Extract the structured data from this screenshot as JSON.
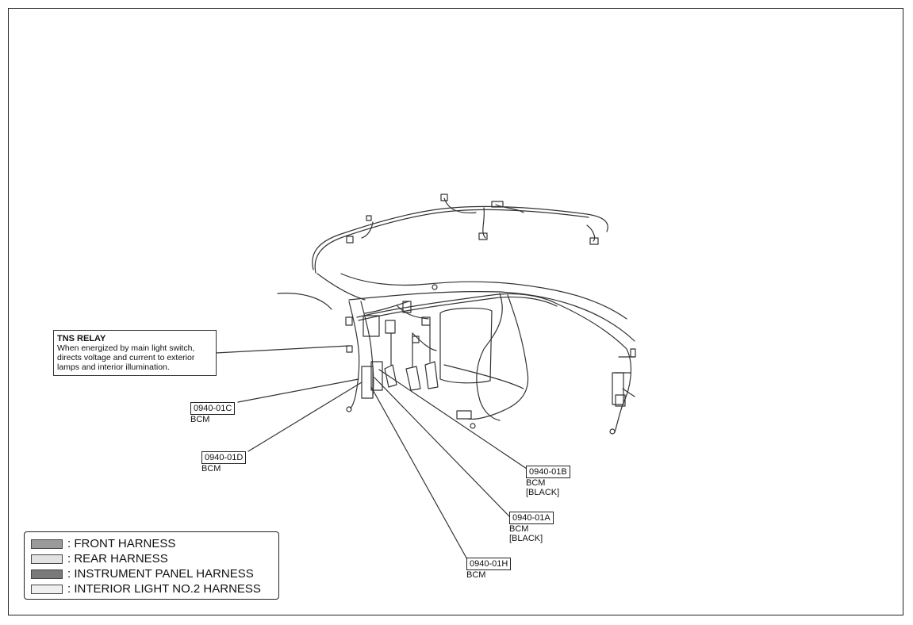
{
  "tns_relay": {
    "title": "TNS RELAY",
    "description": "When energized by main light switch, directs voltage and current to exterior lamps and interior illumination."
  },
  "connectors": [
    {
      "code": "0940-01C",
      "labels": [
        "BCM"
      ]
    },
    {
      "code": "0940-01D",
      "labels": [
        "BCM"
      ]
    },
    {
      "code": "0940-01B",
      "labels": [
        "BCM",
        "[BLACK]"
      ]
    },
    {
      "code": "0940-01A",
      "labels": [
        "BCM",
        "[BLACK]"
      ]
    },
    {
      "code": "0940-01H",
      "labels": [
        "BCM"
      ]
    }
  ],
  "legend": [
    {
      "label": ": FRONT HARNESS",
      "color": "#9a9a9a"
    },
    {
      "label": ": REAR HARNESS",
      "color": "#e2e2e2"
    },
    {
      "label": ": INSTRUMENT PANEL HARNESS",
      "color": "#7a7a7a"
    },
    {
      "label": ": INTERIOR LIGHT NO.2 HARNESS",
      "color": "#efefef"
    }
  ]
}
